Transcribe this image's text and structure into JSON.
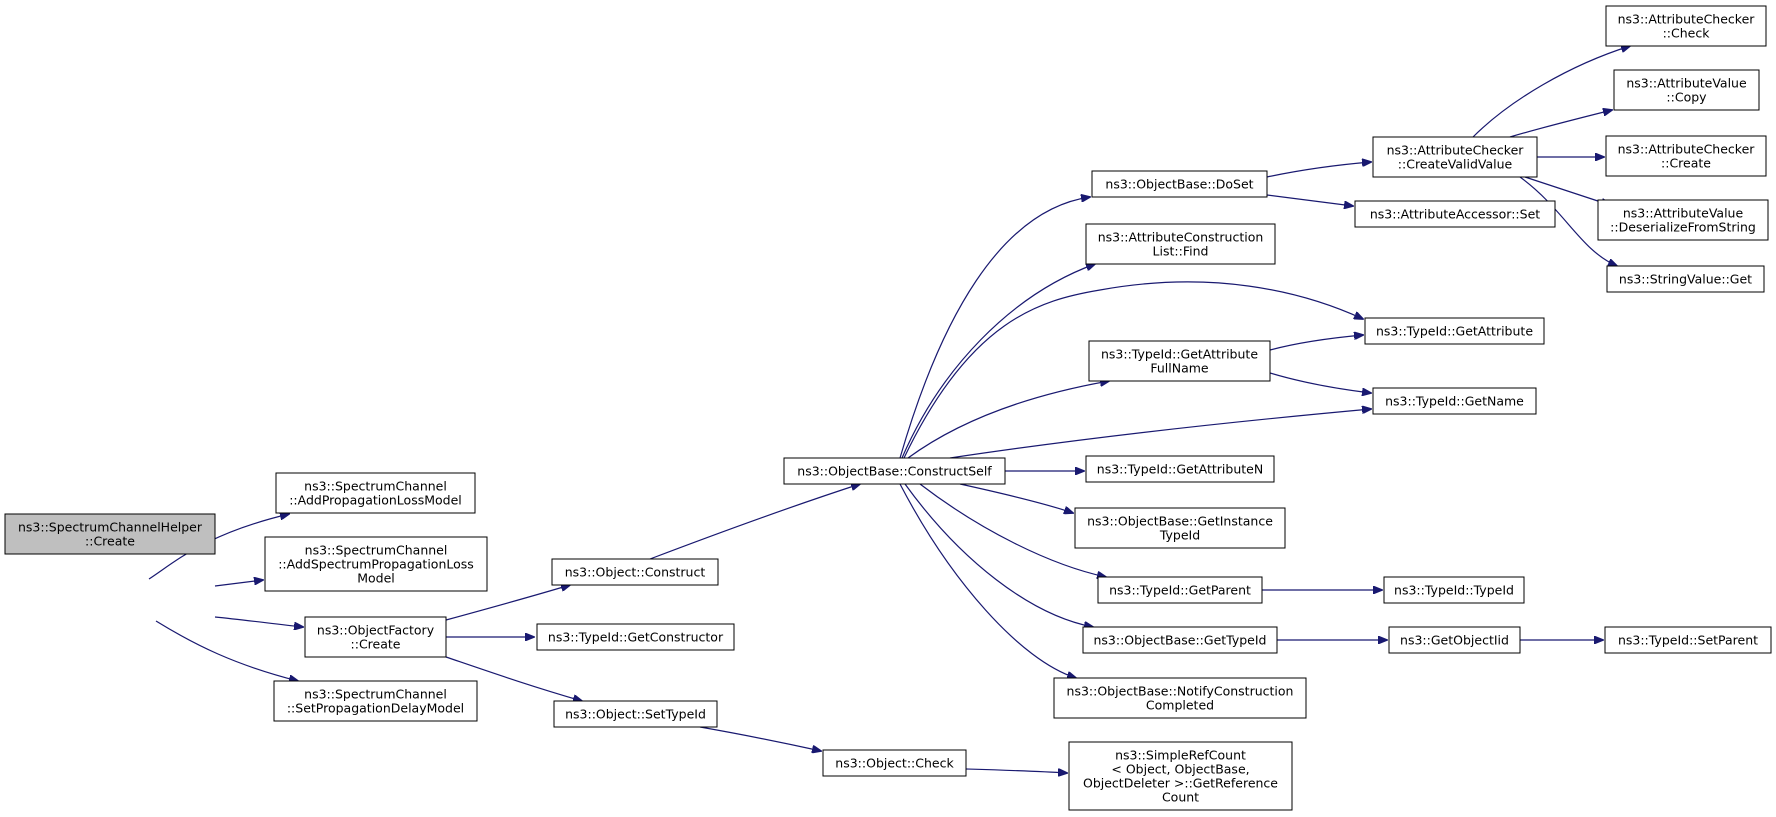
{
  "colors": {
    "edge": "#191970",
    "root_fill": "#bfbfbf",
    "node_fill": "#ffffff",
    "node_border": "#000000"
  },
  "nodes": [
    {
      "id": "root",
      "lines": [
        "ns3::SpectrumChannelHelper",
        "::Create"
      ]
    },
    {
      "id": "addlossmodel",
      "lines": [
        "ns3::SpectrumChannel",
        "::AddPropagationLossModel"
      ]
    },
    {
      "id": "addspectrumloss",
      "lines": [
        "ns3::SpectrumChannel",
        "::AddSpectrumPropagationLoss",
        "Model"
      ]
    },
    {
      "id": "objfactory_create",
      "lines": [
        "ns3::ObjectFactory",
        "::Create"
      ]
    },
    {
      "id": "setdelaymodel",
      "lines": [
        "ns3::SpectrumChannel",
        "::SetPropagationDelayModel"
      ]
    },
    {
      "id": "obj_construct",
      "lines": [
        "ns3::Object::Construct"
      ]
    },
    {
      "id": "getconstructor",
      "lines": [
        "ns3::TypeId::GetConstructor"
      ]
    },
    {
      "id": "settypeid",
      "lines": [
        "ns3::Object::SetTypeId"
      ]
    },
    {
      "id": "constructself",
      "lines": [
        "ns3::ObjectBase::ConstructSelf"
      ]
    },
    {
      "id": "obj_check",
      "lines": [
        "ns3::Object::Check"
      ]
    },
    {
      "id": "doset",
      "lines": [
        "ns3::ObjectBase::DoSet"
      ]
    },
    {
      "id": "acl_find",
      "lines": [
        "ns3::AttributeConstruction",
        "List::Find"
      ]
    },
    {
      "id": "getattrfullname",
      "lines": [
        "ns3::TypeId::GetAttribute",
        "FullName"
      ]
    },
    {
      "id": "getattributen",
      "lines": [
        "ns3::TypeId::GetAttributeN"
      ]
    },
    {
      "id": "getinstancetypeid",
      "lines": [
        "ns3::ObjectBase::GetInstance",
        "TypeId"
      ]
    },
    {
      "id": "getparent",
      "lines": [
        "ns3::TypeId::GetParent"
      ]
    },
    {
      "id": "ob_gettypeid",
      "lines": [
        "ns3::ObjectBase::GetTypeId"
      ]
    },
    {
      "id": "notifyconstruction",
      "lines": [
        "ns3::ObjectBase::NotifyConstruction",
        "Completed"
      ]
    },
    {
      "id": "getrefcount",
      "lines": [
        "ns3::SimpleRefCount",
        "< Object, ObjectBase,",
        "ObjectDeleter >::GetReference",
        "Count"
      ]
    },
    {
      "id": "createvalidvalue",
      "lines": [
        "ns3::AttributeChecker",
        "::CreateValidValue"
      ]
    },
    {
      "id": "accessor_set",
      "lines": [
        "ns3::AttributeAccessor::Set"
      ]
    },
    {
      "id": "getattribute",
      "lines": [
        "ns3::TypeId::GetAttribute"
      ]
    },
    {
      "id": "getname",
      "lines": [
        "ns3::TypeId::GetName"
      ]
    },
    {
      "id": "typeid_typeid",
      "lines": [
        "ns3::TypeId::TypeId"
      ]
    },
    {
      "id": "getobjectiid",
      "lines": [
        "ns3::GetObjectIid"
      ]
    },
    {
      "id": "setparent",
      "lines": [
        "ns3::TypeId::SetParent"
      ]
    },
    {
      "id": "checker_check",
      "lines": [
        "ns3::AttributeChecker",
        "::Check"
      ]
    },
    {
      "id": "value_copy",
      "lines": [
        "ns3::AttributeValue",
        "::Copy"
      ]
    },
    {
      "id": "checker_create",
      "lines": [
        "ns3::AttributeChecker",
        "::Create"
      ]
    },
    {
      "id": "deserialize",
      "lines": [
        "ns3::AttributeValue",
        "::DeserializeFromString"
      ]
    },
    {
      "id": "stringvalue_get",
      "lines": [
        "ns3::StringValue::Get"
      ]
    }
  ],
  "edges": [
    {
      "from": "root",
      "to": "addlossmodel"
    },
    {
      "from": "root",
      "to": "addspectrumloss"
    },
    {
      "from": "root",
      "to": "objfactory_create"
    },
    {
      "from": "root",
      "to": "setdelaymodel"
    },
    {
      "from": "objfactory_create",
      "to": "obj_construct"
    },
    {
      "from": "objfactory_create",
      "to": "getconstructor"
    },
    {
      "from": "objfactory_create",
      "to": "settypeid"
    },
    {
      "from": "obj_construct",
      "to": "constructself"
    },
    {
      "from": "settypeid",
      "to": "obj_check"
    },
    {
      "from": "constructself",
      "to": "doset"
    },
    {
      "from": "constructself",
      "to": "acl_find"
    },
    {
      "from": "constructself",
      "to": "getattribute"
    },
    {
      "from": "constructself",
      "to": "getattrfullname"
    },
    {
      "from": "constructself",
      "to": "getname"
    },
    {
      "from": "constructself",
      "to": "getattributen"
    },
    {
      "from": "constructself",
      "to": "getinstancetypeid"
    },
    {
      "from": "constructself",
      "to": "getparent"
    },
    {
      "from": "constructself",
      "to": "ob_gettypeid"
    },
    {
      "from": "constructself",
      "to": "notifyconstruction"
    },
    {
      "from": "obj_check",
      "to": "getrefcount"
    },
    {
      "from": "doset",
      "to": "createvalidvalue"
    },
    {
      "from": "doset",
      "to": "accessor_set"
    },
    {
      "from": "getattrfullname",
      "to": "getattribute"
    },
    {
      "from": "getattrfullname",
      "to": "getname"
    },
    {
      "from": "getparent",
      "to": "typeid_typeid"
    },
    {
      "from": "ob_gettypeid",
      "to": "getobjectiid"
    },
    {
      "from": "getobjectiid",
      "to": "setparent"
    },
    {
      "from": "createvalidvalue",
      "to": "checker_check"
    },
    {
      "from": "createvalidvalue",
      "to": "value_copy"
    },
    {
      "from": "createvalidvalue",
      "to": "checker_create"
    },
    {
      "from": "createvalidvalue",
      "to": "deserialize"
    },
    {
      "from": "createvalidvalue",
      "to": "stringvalue_get"
    }
  ]
}
